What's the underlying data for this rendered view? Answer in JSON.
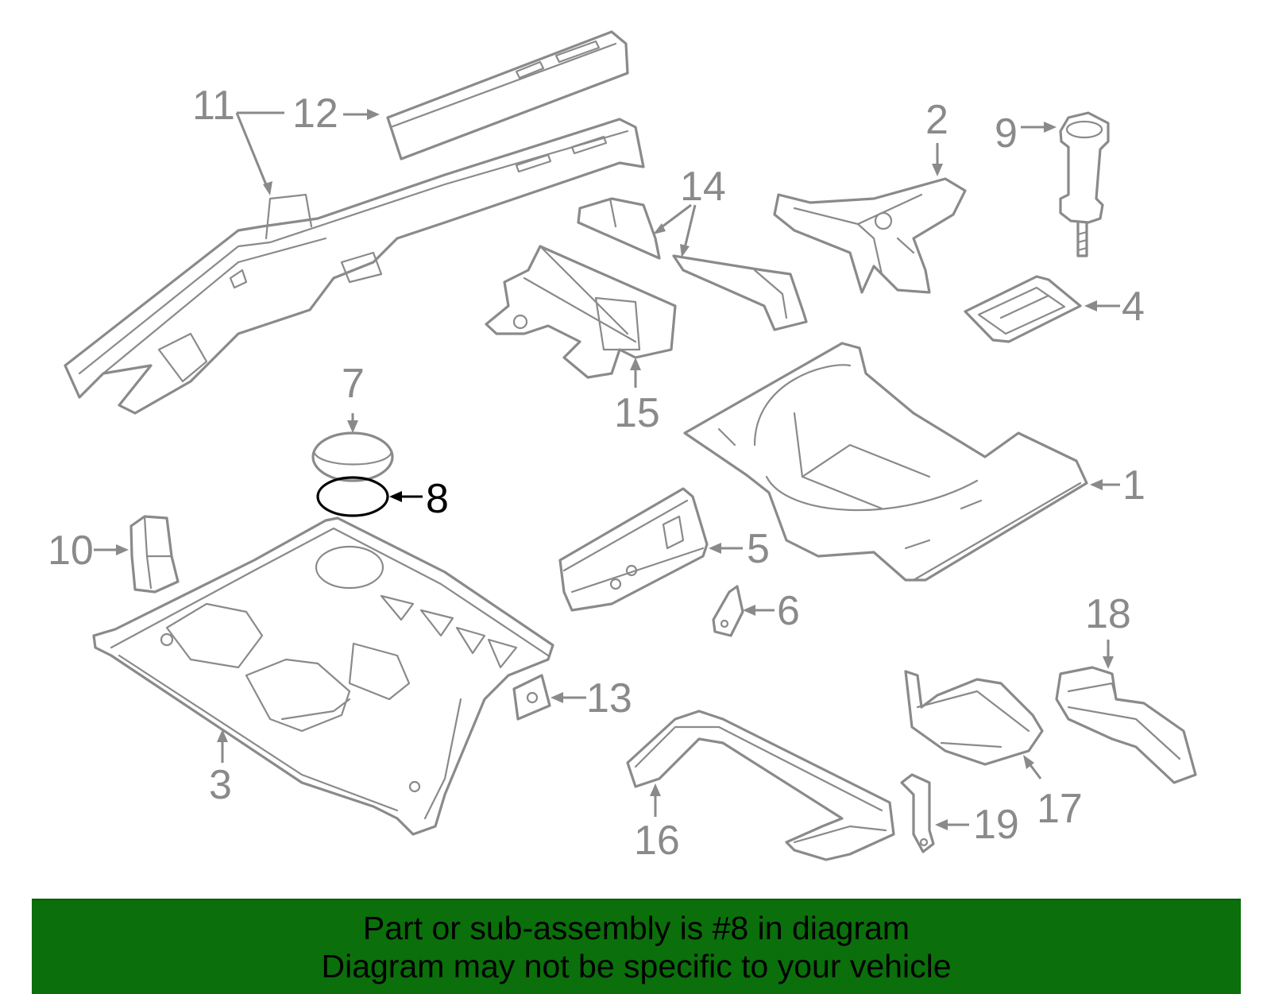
{
  "callouts": {
    "c1": "1",
    "c2": "2",
    "c3": "3",
    "c4": "4",
    "c5": "5",
    "c6": "6",
    "c7": "7",
    "c8": "8",
    "c9": "9",
    "c10": "10",
    "c11": "11",
    "c12": "12",
    "c13": "13",
    "c14": "14",
    "c15": "15",
    "c16": "16",
    "c17": "17",
    "c18": "18",
    "c19": "19"
  },
  "highlight_part": "8",
  "colors": {
    "line": "#8a8a8a",
    "highlight": "#000000",
    "banner": "#0b6f0b"
  },
  "banner": {
    "line1": "Part or sub-assembly is #8 in diagram",
    "line2": "Diagram may not be specific to your vehicle"
  }
}
